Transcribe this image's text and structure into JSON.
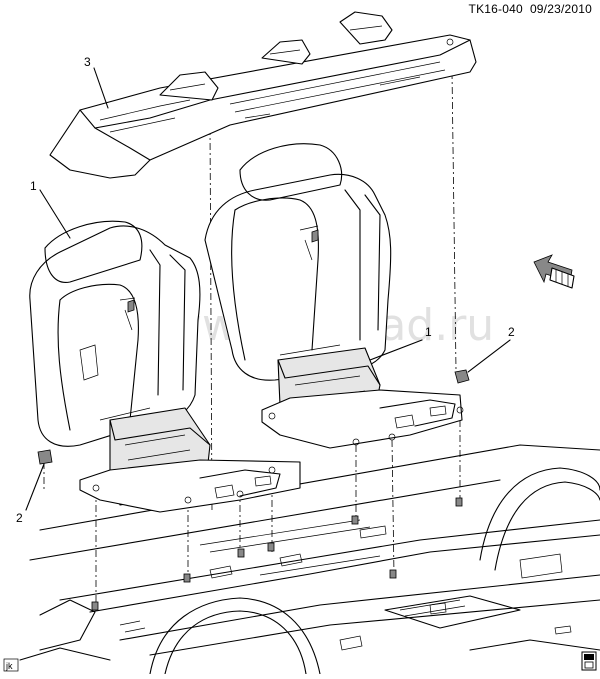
{
  "header": {
    "code": "TK16-040",
    "date": "09/23/2010"
  },
  "callouts": {
    "c3": "3",
    "c1_left": "1",
    "c1_right": "1",
    "c2_right": "2",
    "c2_left": "2"
  },
  "watermark": "www.gmsklad.ru",
  "corner_label": "jk",
  "icons": {
    "orientation": "front-arrow-icon",
    "book": "service-manual-icon"
  }
}
